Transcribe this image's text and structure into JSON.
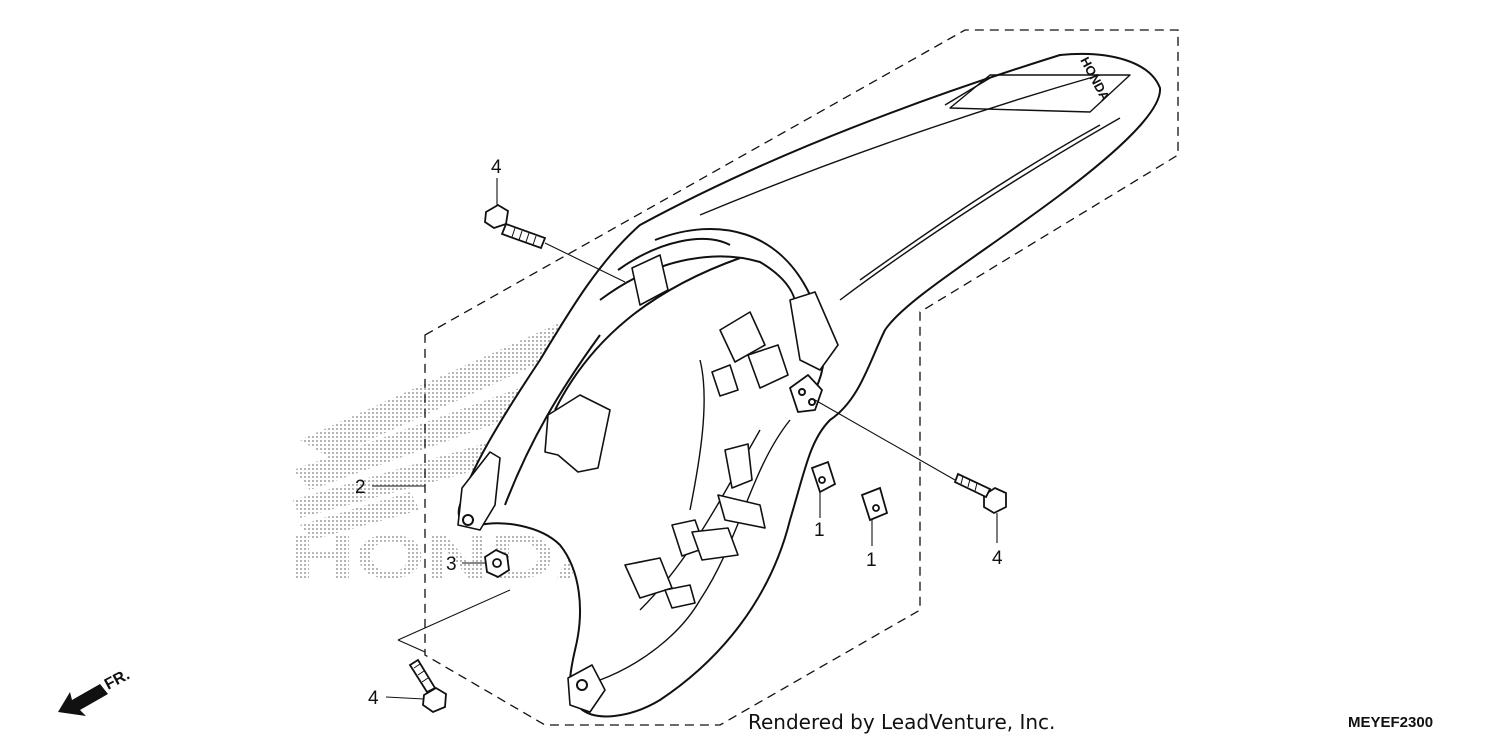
{
  "diagram": {
    "brand_mark": "HONDA",
    "fender_decal": "HONDA",
    "parts": [
      {
        "ref": "1",
        "label": "1"
      },
      {
        "ref": "1b",
        "label": "1"
      },
      {
        "ref": "2",
        "label": "2"
      },
      {
        "ref": "3",
        "label": "3"
      },
      {
        "ref": "4a",
        "label": "4"
      },
      {
        "ref": "4b",
        "label": "4"
      },
      {
        "ref": "4c",
        "label": "4"
      }
    ],
    "direction_label": "FR.",
    "credit": "Rendered by LeadVenture, Inc.",
    "diagram_code": "MEYEF2300",
    "colors": {
      "line": "#111111",
      "watermark": "#b5b5b5",
      "background": "#ffffff"
    }
  }
}
